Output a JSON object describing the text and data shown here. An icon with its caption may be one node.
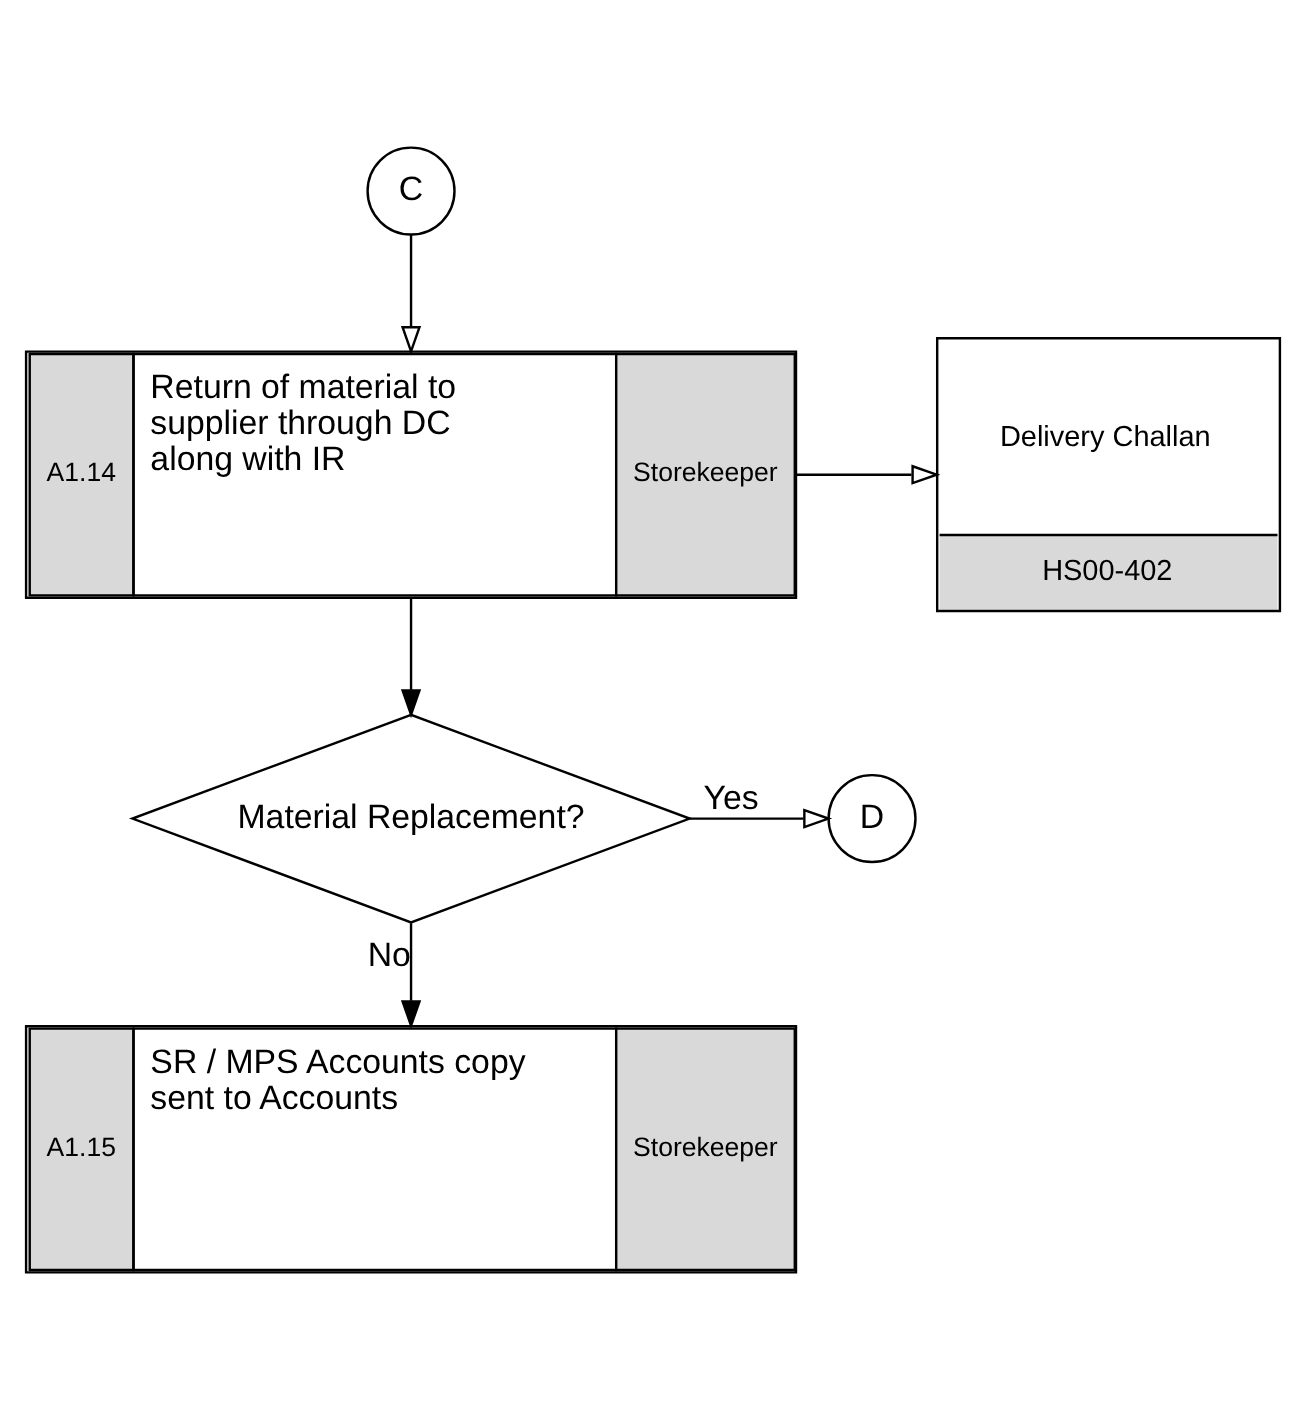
{
  "diagram": {
    "nodes": [
      {
        "text": [
          "C"
        ]
      },
      {
        "text": [
          "A1.14",
          "Return of material to supplier through DC along with IR",
          "Storekeeper"
        ]
      },
      {
        "text": [
          "Delivery Challan",
          "HS00-402"
        ]
      },
      {
        "text": [
          "Material Replacement?"
        ]
      },
      {
        "text": [
          "D"
        ]
      },
      {
        "text": [
          "A1.15",
          "SR / MPS Accounts copy sent to Accounts",
          "Storekeeper"
        ]
      }
    ],
    "edges": [
      {
        "from": 0,
        "to": 1,
        "arrow": "to"
      },
      {
        "from": 1,
        "to": 2,
        "arrow": "to"
      },
      {
        "from": 1,
        "to": 3,
        "arrow": "to"
      },
      {
        "from": 3,
        "to": 4,
        "arrow": "to",
        "label": "Yes"
      },
      {
        "from": 3,
        "to": 5,
        "arrow": "to",
        "label": "No"
      }
    ]
  }
}
